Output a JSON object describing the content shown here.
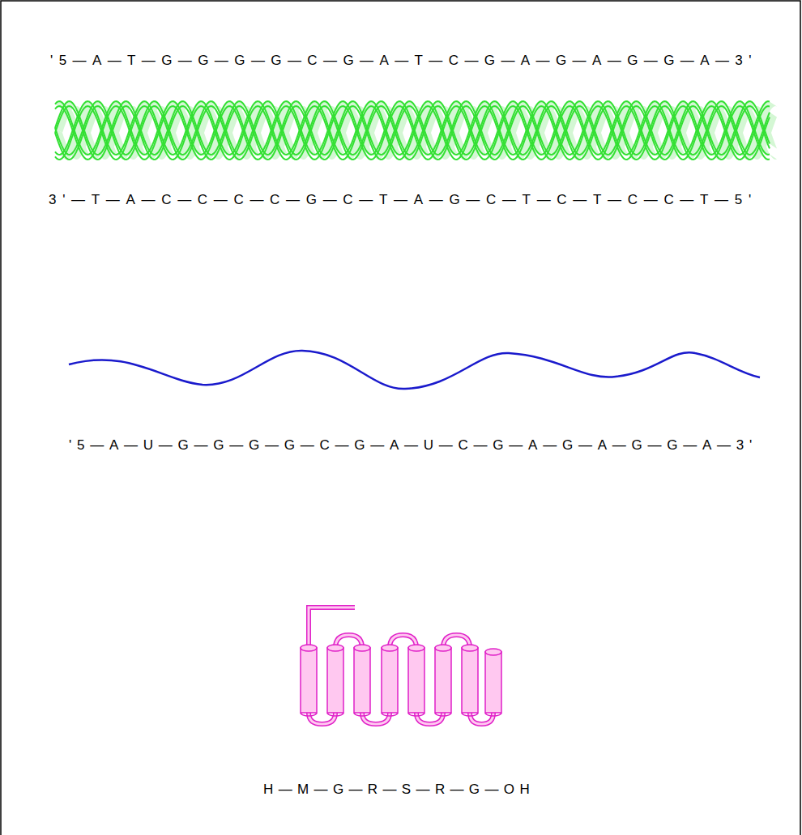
{
  "diagram": {
    "labels": [
      "'5—A—T—G—G—G—G—C—G—A—T—C—G—A—G—A—G—G—A—3'",
      "3'—T—A—C—C—C—C—G—C—T—A—G—C—T—C—T—C—C—T—5'",
      "'5—A—U—G—G—G—G—C—G—A—U—C—G—A—G—A—G—G—A—3'",
      "H—M—G—R—S—R—G—OH"
    ]
  }
}
